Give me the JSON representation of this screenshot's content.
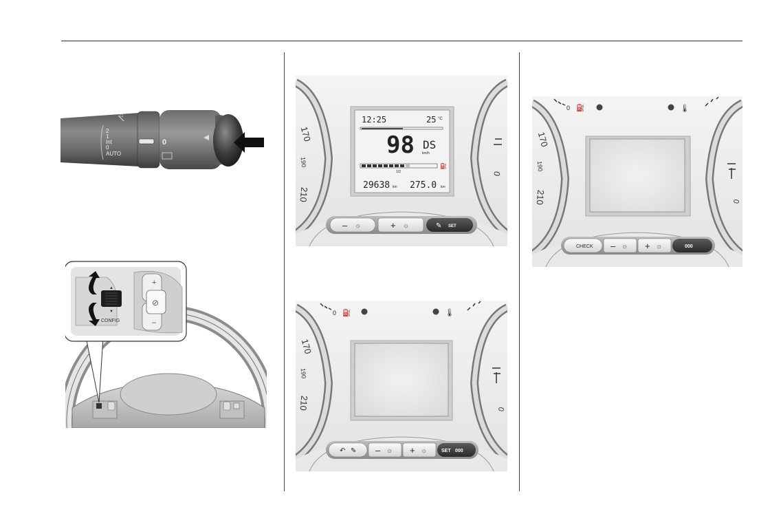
{
  "stalk": {
    "positions": [
      "2",
      "1",
      "Int",
      "0",
      "AUTO"
    ],
    "collar_label": "0"
  },
  "wheel": {
    "control_label": "CONFIG",
    "plus": "+",
    "minus": "–"
  },
  "cluster_common": {
    "speed_ticks": [
      "170",
      "190",
      "210"
    ]
  },
  "cluster_main": {
    "lcd": {
      "time": "12:25",
      "temp": "25",
      "temp_unit": "°C",
      "speed": "98",
      "gear": "DS",
      "speed_unit": "km/h",
      "fuel_mark": "1/2",
      "odometer": "29638",
      "odometer_unit": "km",
      "trip": "275.0",
      "trip_unit": "km"
    },
    "buttons": {
      "minus": "–",
      "plus": "+",
      "set": "SET"
    }
  },
  "cluster_check": {
    "gauge_zero": "0",
    "buttons": {
      "check": "CHECK",
      "minus": "–",
      "plus": "+",
      "zeros": "000"
    }
  },
  "cluster_back": {
    "gauge_zero": "0",
    "buttons": {
      "minus": "–",
      "plus": "+",
      "set": "SET",
      "zeros": "000"
    }
  }
}
